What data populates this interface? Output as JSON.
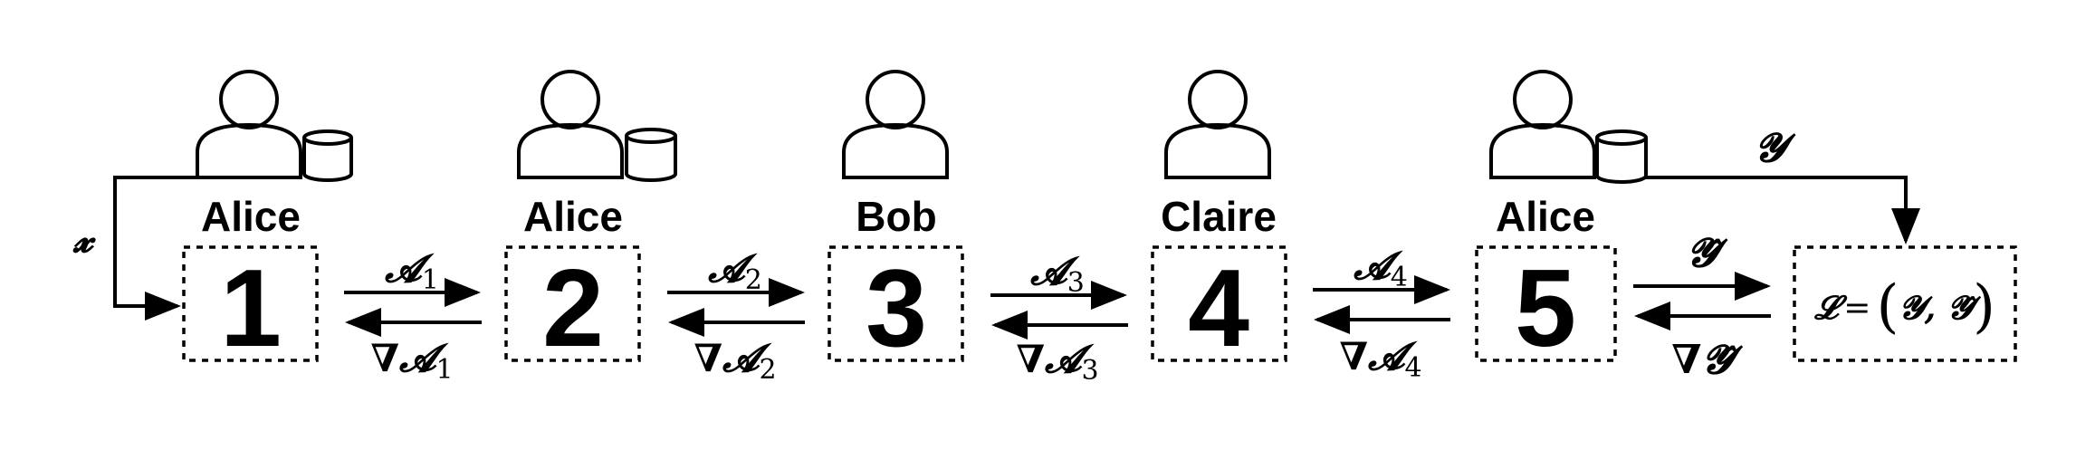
{
  "parties": [
    {
      "name": "Alice",
      "has_data": true,
      "stage": "1"
    },
    {
      "name": "Alice",
      "has_data": true,
      "stage": "2"
    },
    {
      "name": "Bob",
      "has_data": false,
      "stage": "3"
    },
    {
      "name": "Claire",
      "has_data": false,
      "stage": "4"
    },
    {
      "name": "Alice",
      "has_data": true,
      "stage": "5"
    }
  ],
  "links": [
    {
      "forward": "𝓐",
      "forward_sub": "1",
      "backward": "∇𝓐",
      "backward_sub": "1"
    },
    {
      "forward": "𝓐",
      "forward_sub": "2",
      "backward": "∇𝓐",
      "backward_sub": "2"
    },
    {
      "forward": "𝓐",
      "forward_sub": "3",
      "backward": "∇𝓐",
      "backward_sub": "3"
    },
    {
      "forward": "𝓐",
      "forward_sub": "4",
      "backward": "∇𝓐",
      "backward_sub": "4"
    },
    {
      "forward": "𝓨̂",
      "forward_sub": "",
      "backward": "∇𝓨̂",
      "backward_sub": ""
    }
  ],
  "input_label": "𝔁",
  "label_label": "𝓨",
  "loss": {
    "symbol": "𝓛",
    "equals": "=",
    "open": "(",
    "args": "𝓨, 𝓨̂",
    "close": ")"
  }
}
